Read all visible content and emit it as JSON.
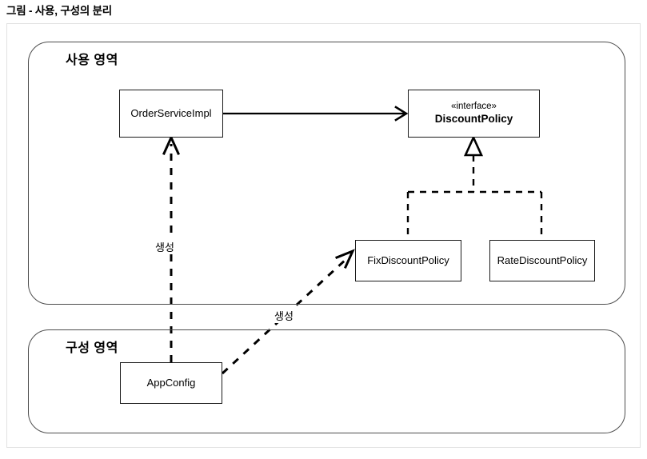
{
  "page": {
    "title": "그림 - 사용, 구성의 분리",
    "background": "#ffffff"
  },
  "diagram": {
    "type": "uml-class-diagram",
    "frame_border_color": "#e2e2e2",
    "regions": [
      {
        "id": "usage",
        "label": "사용 영역",
        "border_color": "#4d4d4d"
      },
      {
        "id": "config",
        "label": "구성 영역",
        "border_color": "#4d4d4d"
      }
    ],
    "nodes": [
      {
        "id": "orderserviceimpl",
        "name": "OrderServiceImpl",
        "region": "usage",
        "kind": "class"
      },
      {
        "id": "discountpolicy",
        "stereotype": "«interface»",
        "name": "DiscountPolicy",
        "region": "usage",
        "kind": "interface"
      },
      {
        "id": "fixdiscountpolicy",
        "name": "FixDiscountPolicy",
        "region": "usage",
        "kind": "class"
      },
      {
        "id": "ratediscountpolicy",
        "name": "RateDiscountPolicy",
        "region": "usage",
        "kind": "class"
      },
      {
        "id": "appconfig",
        "name": "AppConfig",
        "region": "config",
        "kind": "class"
      }
    ],
    "edges": [
      {
        "id": "uses",
        "from": "orderserviceimpl",
        "to": "discountpolicy",
        "style": "solid",
        "arrow": "open",
        "label": ""
      },
      {
        "id": "realize-fix",
        "from": "fixdiscountpolicy",
        "to": "discountpolicy",
        "style": "dashed",
        "arrow": "hollow-triangle",
        "label": ""
      },
      {
        "id": "realize-rate",
        "from": "ratediscountpolicy",
        "to": "discountpolicy",
        "style": "dashed",
        "arrow": "hollow-triangle",
        "label": ""
      },
      {
        "id": "creates-orderservice",
        "from": "appconfig",
        "to": "orderserviceimpl",
        "style": "dashed",
        "arrow": "open",
        "label": "생성"
      },
      {
        "id": "creates-fixdiscount",
        "from": "appconfig",
        "to": "fixdiscountpolicy",
        "style": "dashed",
        "arrow": "open",
        "label": "생성"
      }
    ]
  }
}
